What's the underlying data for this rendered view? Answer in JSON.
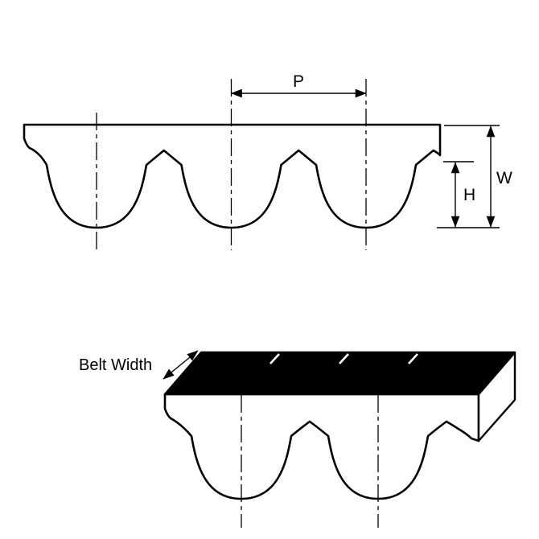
{
  "colors": {
    "line": "#000000",
    "belt_fill": "#ffffff",
    "top_face_fill": "#000000",
    "background": "#ffffff"
  },
  "cross_section_view": {
    "pitch_label": "P",
    "overall_height_label": "W",
    "tooth_height_label": "H"
  },
  "isometric_view": {
    "belt_width_label": "Belt Width"
  }
}
